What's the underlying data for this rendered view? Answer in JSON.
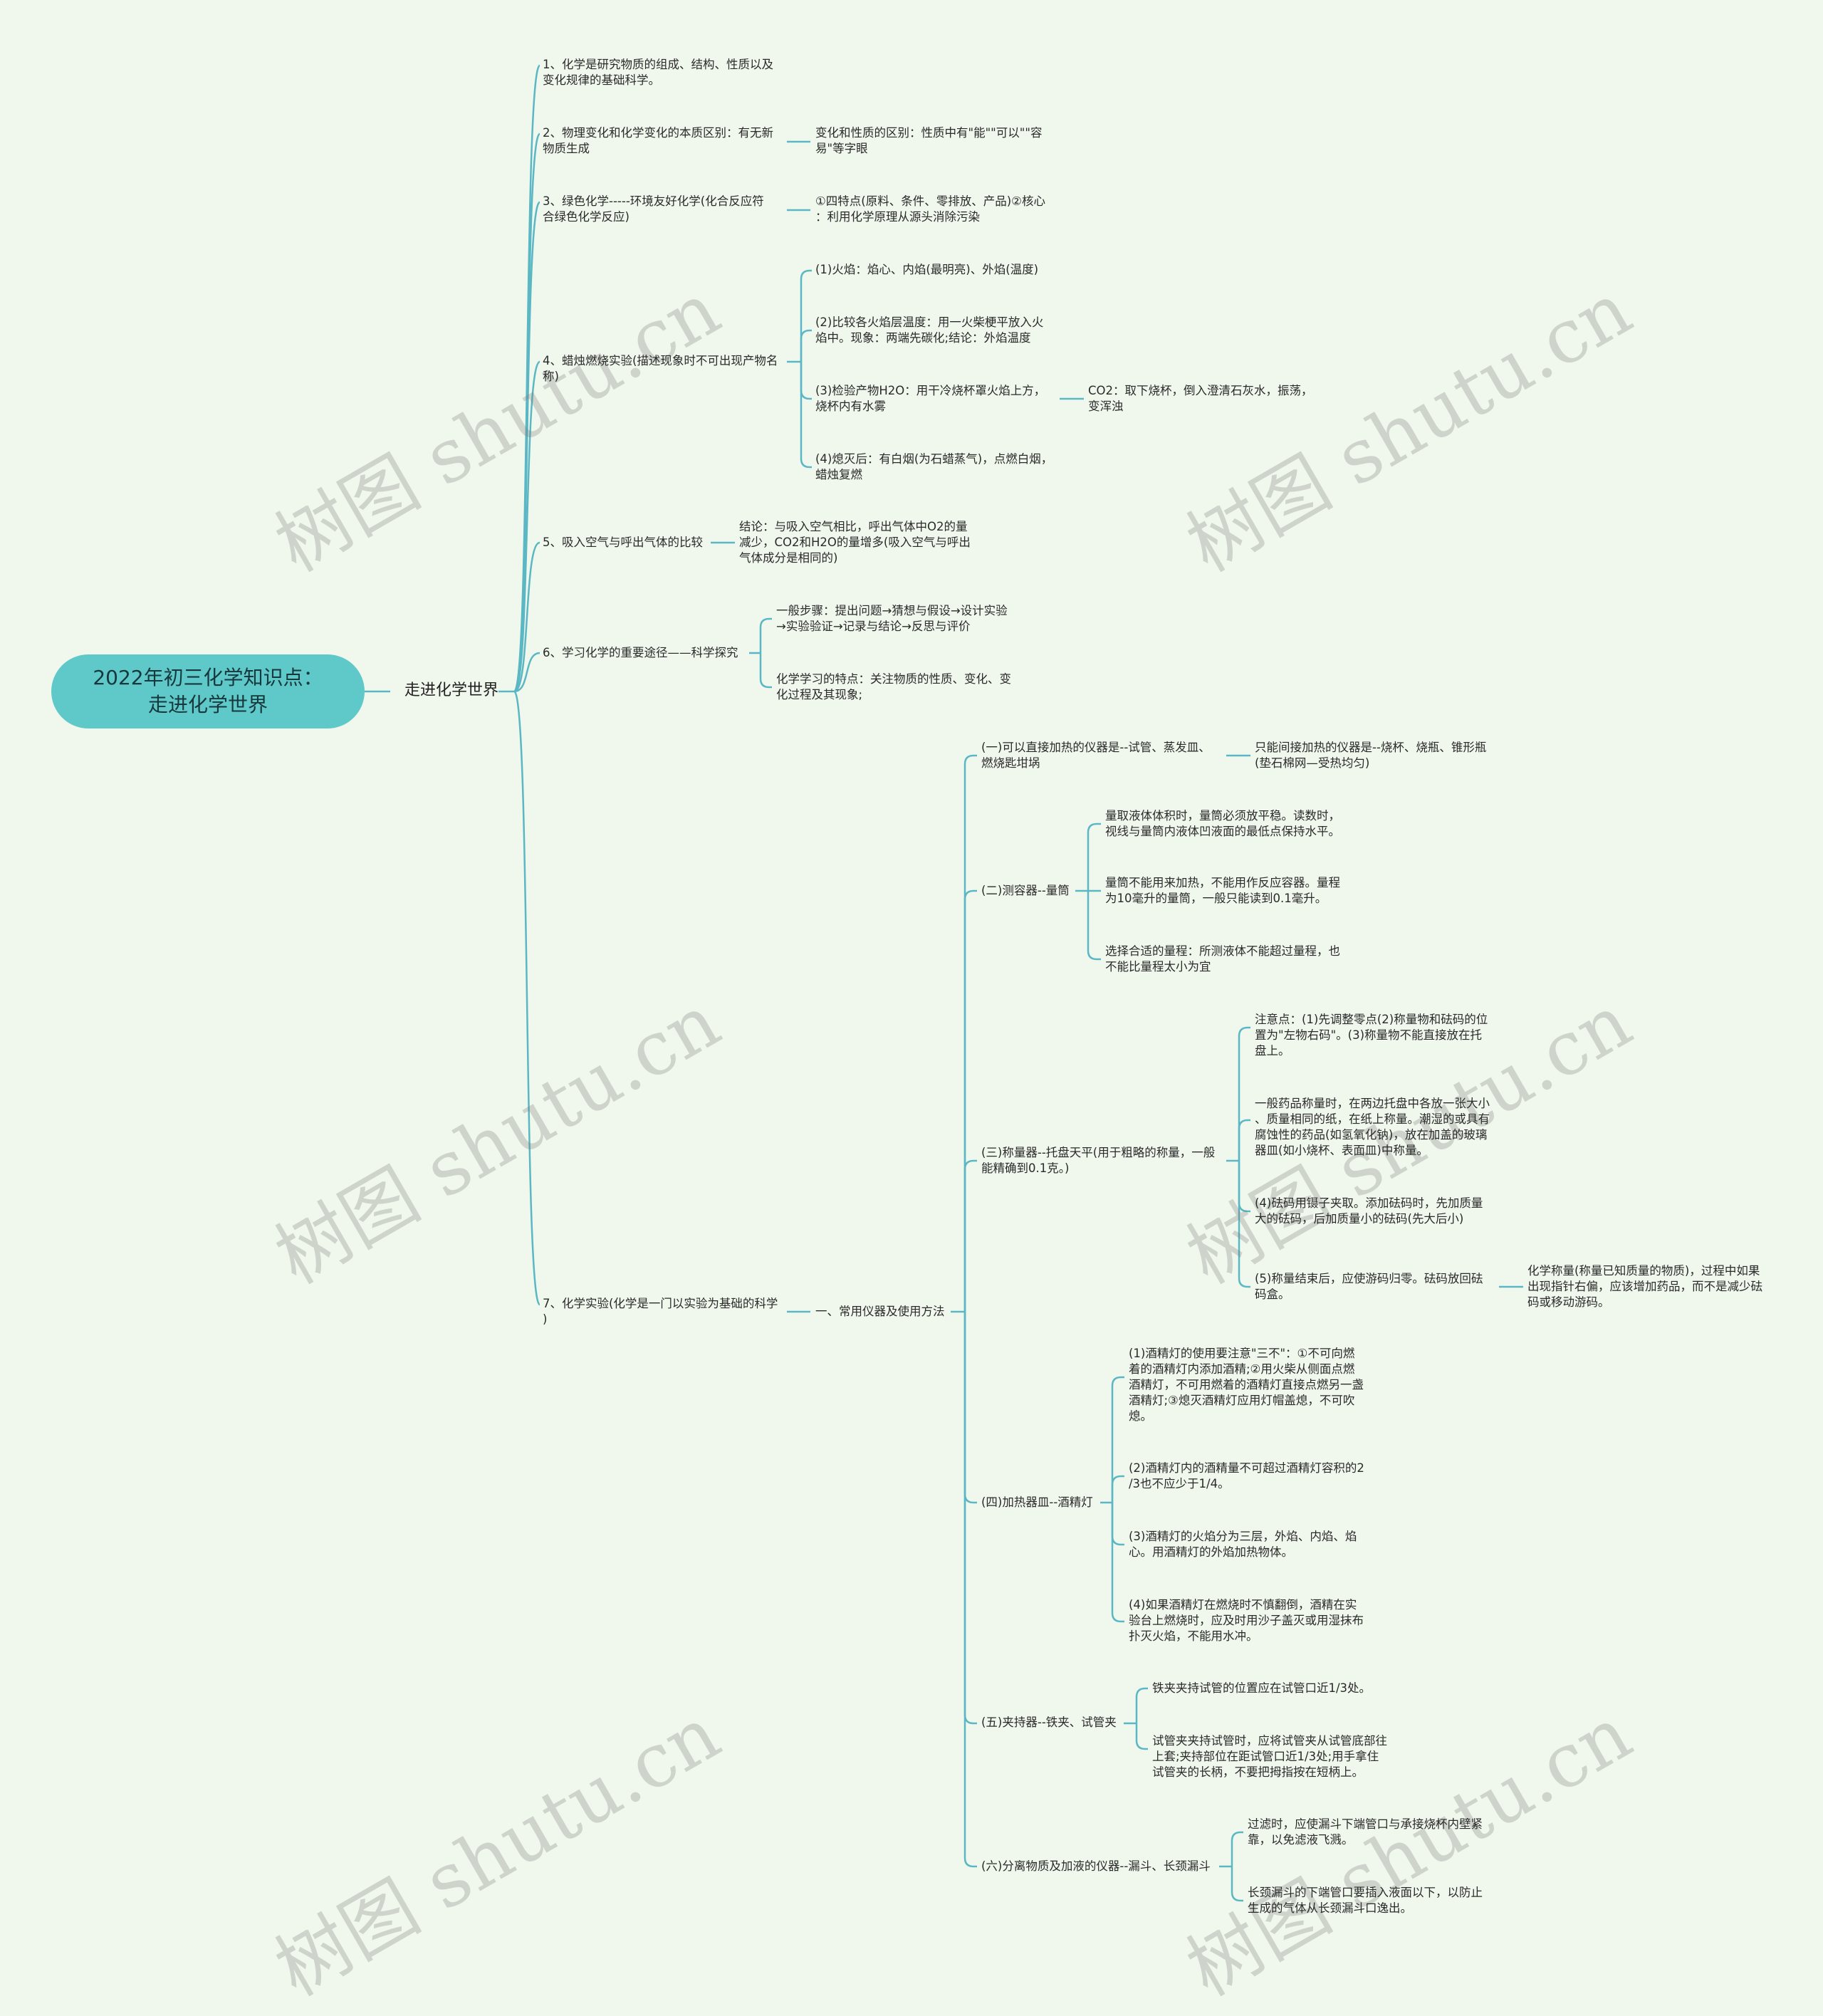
{
  "root": {
    "title": "2022年初三化学知识点：\n走进化学世界"
  },
  "branch": {
    "label": "走进化学世界"
  },
  "topics": {
    "t1": "1、化学是研究物质的组成、结构、性质以及\n变化规律的基础科学。",
    "t2": "2、物理变化和化学变化的本质区别：有无新\n物质生成",
    "t2a": "变化和性质的区别：性质中有\"能\"\"可以\"\"容\n易\"等字眼",
    "t3": "3、绿色化学-----环境友好化学(化合反应符\n合绿色化学反应)",
    "t3a": "①四特点(原料、条件、零排放、产品)②核心\n：利用化学原理从源头消除污染",
    "t4": "4、蜡烛燃烧实验(描述现象时不可出现产物名\n称)",
    "t4a": "(1)火焰：焰心、内焰(最明亮)、外焰(温度)",
    "t4b": "(2)比较各火焰层温度：用一火柴梗平放入火\n焰中。现象：两端先碳化;结论：外焰温度",
    "t4c": "(3)检验产物H2O：用干冷烧杯罩火焰上方，\n烧杯内有水雾",
    "t4c1": "CO2：取下烧杯，倒入澄清石灰水，振荡，\n变浑浊",
    "t4d": "(4)熄灭后：有白烟(为石蜡蒸气)，点燃白烟，\n蜡烛复燃",
    "t5": "5、吸入空气与呼出气体的比较",
    "t5a": "结论：与吸入空气相比，呼出气体中O2的量\n减少，CO2和H2O的量增多(吸入空气与呼出\n气体成分是相同的)",
    "t6": "6、学习化学的重要途径——科学探究",
    "t6a": "一般步骤：提出问题→猜想与假设→设计实验\n→实验验证→记录与结论→反思与评价",
    "t6b": "化学学习的特点：关注物质的性质、变化、变\n化过程及其现象;",
    "t7": "7、化学实验(化学是一门以实验为基础的科学\n)",
    "t7a": "一、常用仪器及使用方法",
    "s1": "(一)可以直接加热的仪器是--试管、蒸发皿、\n燃烧匙坩埚",
    "s1a": "只能间接加热的仪器是--烧杯、烧瓶、锥形瓶\n(垫石棉网—受热均匀)",
    "s2": "(二)测容器--量筒",
    "s2a": "量取液体体积时，量筒必须放平稳。读数时，\n视线与量筒内液体凹液面的最低点保持水平。",
    "s2b": "量筒不能用来加热，不能用作反应容器。量程\n为10毫升的量筒，一般只能读到0.1毫升。",
    "s2c": "选择合适的量程：所测液体不能超过量程，也\n不能比量程太小为宜",
    "s3": "(三)称量器--托盘天平(用于粗略的称量，一般\n能精确到0.1克。)",
    "s3a": "注意点：(1)先调整零点(2)称量物和砝码的位\n置为\"左物右码\"。(3)称量物不能直接放在托\n盘上。",
    "s3b": "一般药品称量时，在两边托盘中各放一张大小\n、质量相同的纸，在纸上称量。潮湿的或具有\n腐蚀性的药品(如氢氧化钠)，放在加盖的玻璃\n器皿(如小烧杯、表面皿)中称量。",
    "s3c": "(4)砝码用镊子夹取。添加砝码时，先加质量\n大的砝码，后加质量小的砝码(先大后小)",
    "s3d": "(5)称量结束后，应使游码归零。砝码放回砝\n码盒。",
    "s3d1": "化学称量(称量已知质量的物质)，过程中如果\n出现指针右偏，应该增加药品，而不是减少砝\n码或移动游码。",
    "s4": "(四)加热器皿--酒精灯",
    "s4a": "(1)酒精灯的使用要注意\"三不\"：①不可向燃\n着的酒精灯内添加酒精;②用火柴从侧面点燃\n酒精灯，不可用燃着的酒精灯直接点燃另一盏\n酒精灯;③熄灭酒精灯应用灯帽盖熄，不可吹\n熄。",
    "s4b": "(2)酒精灯内的酒精量不可超过酒精灯容积的2\n/3也不应少于1/4。",
    "s4c": "(3)酒精灯的火焰分为三层，外焰、内焰、焰\n心。用酒精灯的外焰加热物体。",
    "s4d": "(4)如果酒精灯在燃烧时不慎翻倒，酒精在实\n验台上燃烧时，应及时用沙子盖灭或用湿抹布\n扑灭火焰，不能用水冲。",
    "s5": "(五)夹持器--铁夹、试管夹",
    "s5a": "铁夹夹持试管的位置应在试管口近1/3处。",
    "s5b": "试管夹夹持试管时，应将试管夹从试管底部往\n上套;夹持部位在距试管口近1/3处;用手拿住\n试管夹的长柄，不要把拇指按在短柄上。",
    "s6": "(六)分离物质及加液的仪器--漏斗、长颈漏斗",
    "s6a": "过滤时，应使漏斗下端管口与承接烧杯内壁紧\n靠，以免滤液飞溅。",
    "s6b": "长颈漏斗的下端管口要插入液面以下，以防止\n生成的气体从长颈漏斗口逸出。"
  },
  "watermark": "树图 shutu.cn",
  "colors": {
    "line": "#5ab7c3",
    "root_bg": "#5fc9c9",
    "background": "#f0f8ee"
  }
}
